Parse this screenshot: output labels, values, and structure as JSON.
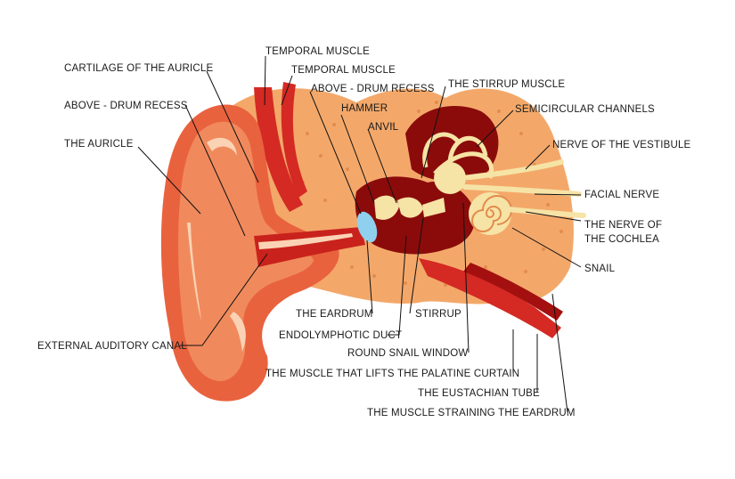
{
  "colors": {
    "skin_dark": "#e9623e",
    "skin_mid": "#f08a5d",
    "skin_light": "#f7b48c",
    "highlight": "#fbd3b4",
    "bone": "#f3a86a",
    "bone_dots": "#e38b4d",
    "cavity": "#8b0b0b",
    "muscle": "#d42a23",
    "muscle_dark": "#a3100f",
    "nerve": "#f6e3a6",
    "eardrum": "#8fd0ee",
    "canal": "#c9221c"
  },
  "labels": {
    "temporal_muscle_1": "TEMPORAL MUSCLE",
    "temporal_muscle_2": "TEMPORAL MUSCLE",
    "cartilage": "CARTILAGE OF THE AURICLE",
    "above_drum_left": "ABOVE - DRUM RECESS",
    "above_drum_right": "ABOVE - DRUM RECESS",
    "stirrup_muscle": "THE STIRRUP MUSCLE",
    "hammer": "HAMMER",
    "anvil": "ANVIL",
    "semicircular": "SEMICIRCULAR CHANNELS",
    "auricle": "THE AURICLE",
    "vestibule_nerve": "NERVE OF THE VESTIBULE",
    "facial_nerve": "FACIAL NERVE",
    "cochlea_nerve_1": "THE NERVE OF",
    "cochlea_nerve_2": "THE COCHLEA",
    "snail": "SNAIL",
    "eardrum": "THE EARDRUM",
    "stirrup": "STIRRUP",
    "endolymphatic": "ENDOLYMPHOTIC DUCT",
    "external_canal": "EXTERNAL AUDITORY CANAL",
    "round_window": "ROUND SNAIL WINDOW",
    "palatine_muscle": "THE MUSCLE THAT LIFTS THE PALATINE CURTAIN",
    "eustachian": "THE EUSTACHIAN TUBE",
    "straining_muscle": "THE MUSCLE STRAINING THE EARDRUM"
  }
}
